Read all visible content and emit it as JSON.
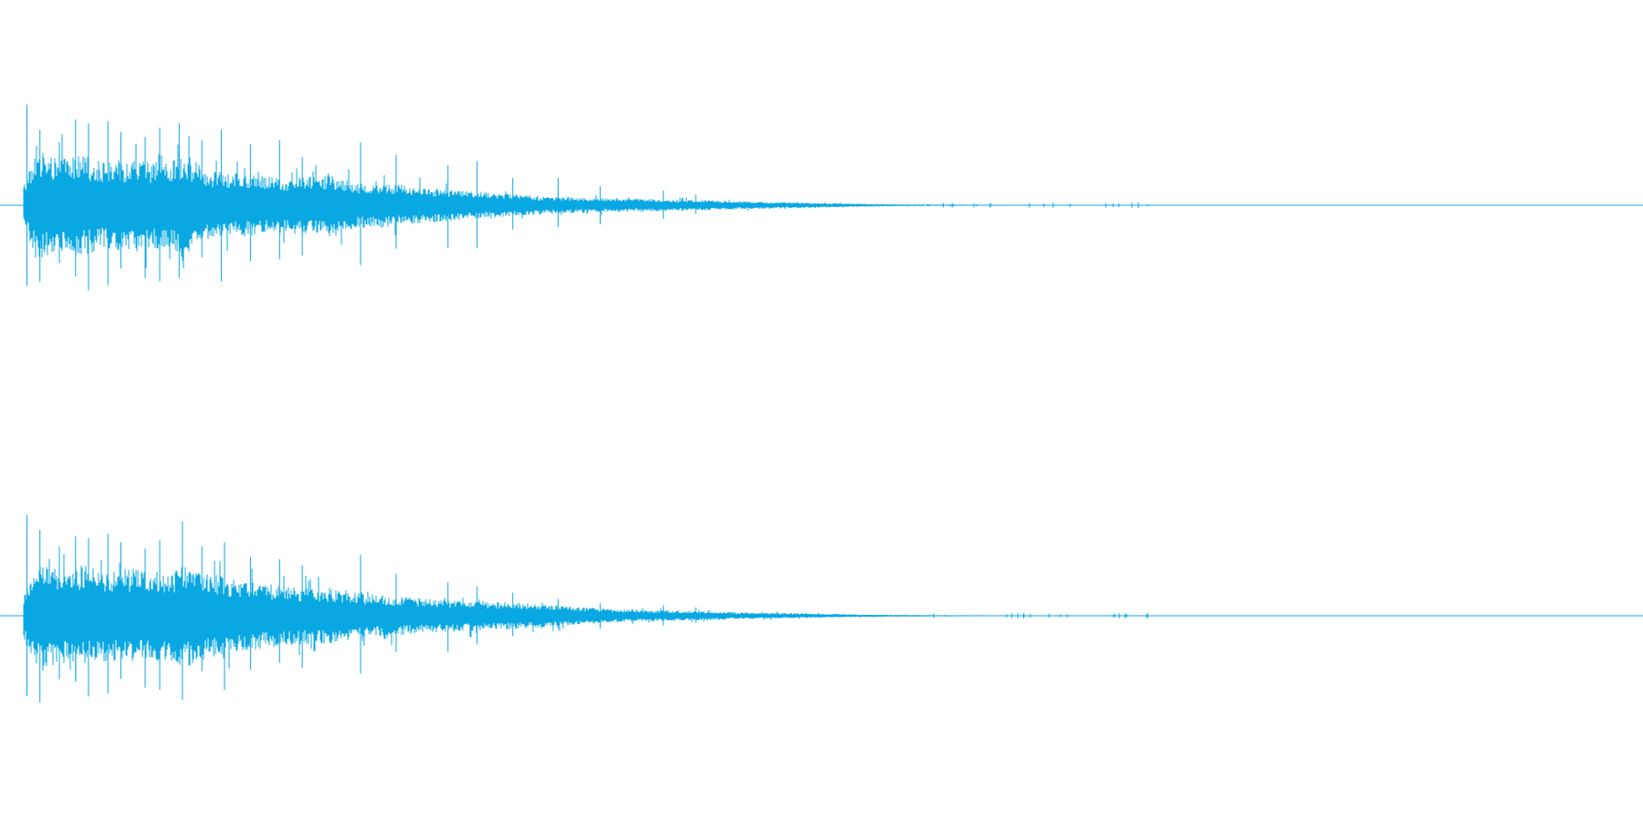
{
  "waveform": {
    "color": "#0aa8e3",
    "background": "#ffffff",
    "channels": [
      {
        "name": "channel-1",
        "envelope": [
          [
            0.0,
            0.18
          ],
          [
            0.008,
            0.48
          ],
          [
            0.02,
            0.4
          ],
          [
            0.035,
            0.44
          ],
          [
            0.05,
            0.38
          ],
          [
            0.07,
            0.4
          ],
          [
            0.09,
            0.37
          ],
          [
            0.1,
            0.44
          ],
          [
            0.115,
            0.3
          ],
          [
            0.13,
            0.28
          ],
          [
            0.15,
            0.25
          ],
          [
            0.17,
            0.24
          ],
          [
            0.19,
            0.28
          ],
          [
            0.205,
            0.2
          ],
          [
            0.22,
            0.19
          ],
          [
            0.24,
            0.17
          ],
          [
            0.26,
            0.14
          ],
          [
            0.28,
            0.12
          ],
          [
            0.3,
            0.1
          ],
          [
            0.32,
            0.08
          ],
          [
            0.34,
            0.07
          ],
          [
            0.36,
            0.06
          ],
          [
            0.38,
            0.055
          ],
          [
            0.4,
            0.05
          ],
          [
            0.42,
            0.045
          ],
          [
            0.44,
            0.035
          ],
          [
            0.46,
            0.03
          ],
          [
            0.48,
            0.024
          ],
          [
            0.5,
            0.018
          ],
          [
            0.52,
            0.012
          ],
          [
            0.54,
            0.008
          ],
          [
            0.56,
            0.006
          ],
          [
            0.6,
            0.004
          ],
          [
            0.64,
            0.003
          ],
          [
            0.68,
            0.002
          ],
          [
            0.72,
            0.0
          ]
        ],
        "spikes": [
          [
            0.002,
            0.96
          ],
          [
            0.01,
            0.72
          ],
          [
            0.022,
            0.6
          ],
          [
            0.032,
            0.82
          ],
          [
            0.04,
            0.78
          ],
          [
            0.052,
            0.8
          ],
          [
            0.06,
            0.7
          ],
          [
            0.075,
            0.65
          ],
          [
            0.084,
            0.74
          ],
          [
            0.096,
            0.78
          ],
          [
            0.11,
            0.62
          ],
          [
            0.122,
            0.72
          ],
          [
            0.14,
            0.58
          ],
          [
            0.158,
            0.62
          ],
          [
            0.172,
            0.46
          ],
          [
            0.208,
            0.6
          ],
          [
            0.23,
            0.48
          ],
          [
            0.262,
            0.38
          ],
          [
            0.28,
            0.42
          ],
          [
            0.302,
            0.26
          ],
          [
            0.33,
            0.26
          ],
          [
            0.356,
            0.18
          ],
          [
            0.395,
            0.14
          ],
          [
            0.415,
            0.1
          ]
        ]
      },
      {
        "name": "channel-2",
        "envelope": [
          [
            0.0,
            0.2
          ],
          [
            0.008,
            0.47
          ],
          [
            0.02,
            0.42
          ],
          [
            0.035,
            0.44
          ],
          [
            0.05,
            0.4
          ],
          [
            0.07,
            0.41
          ],
          [
            0.09,
            0.38
          ],
          [
            0.1,
            0.45
          ],
          [
            0.115,
            0.36
          ],
          [
            0.13,
            0.32
          ],
          [
            0.15,
            0.28
          ],
          [
            0.17,
            0.25
          ],
          [
            0.19,
            0.24
          ],
          [
            0.205,
            0.2
          ],
          [
            0.22,
            0.18
          ],
          [
            0.24,
            0.16
          ],
          [
            0.26,
            0.14
          ],
          [
            0.28,
            0.13
          ],
          [
            0.3,
            0.12
          ],
          [
            0.32,
            0.1
          ],
          [
            0.34,
            0.08
          ],
          [
            0.36,
            0.06
          ],
          [
            0.38,
            0.05
          ],
          [
            0.4,
            0.045
          ],
          [
            0.42,
            0.04
          ],
          [
            0.44,
            0.03
          ],
          [
            0.46,
            0.025
          ],
          [
            0.48,
            0.02
          ],
          [
            0.5,
            0.015
          ],
          [
            0.52,
            0.011
          ],
          [
            0.54,
            0.008
          ],
          [
            0.56,
            0.006
          ],
          [
            0.6,
            0.004
          ],
          [
            0.64,
            0.003
          ],
          [
            0.68,
            0.002
          ],
          [
            0.72,
            0.0
          ]
        ],
        "spikes": [
          [
            0.002,
            0.96
          ],
          [
            0.01,
            0.82
          ],
          [
            0.022,
            0.66
          ],
          [
            0.032,
            0.76
          ],
          [
            0.04,
            0.74
          ],
          [
            0.052,
            0.78
          ],
          [
            0.06,
            0.7
          ],
          [
            0.075,
            0.64
          ],
          [
            0.084,
            0.72
          ],
          [
            0.098,
            0.9
          ],
          [
            0.11,
            0.66
          ],
          [
            0.124,
            0.7
          ],
          [
            0.14,
            0.56
          ],
          [
            0.158,
            0.54
          ],
          [
            0.172,
            0.48
          ],
          [
            0.208,
            0.58
          ],
          [
            0.23,
            0.4
          ],
          [
            0.262,
            0.32
          ],
          [
            0.28,
            0.28
          ],
          [
            0.302,
            0.22
          ],
          [
            0.33,
            0.16
          ],
          [
            0.356,
            0.12
          ],
          [
            0.395,
            0.1
          ],
          [
            0.415,
            0.08
          ]
        ]
      }
    ]
  }
}
